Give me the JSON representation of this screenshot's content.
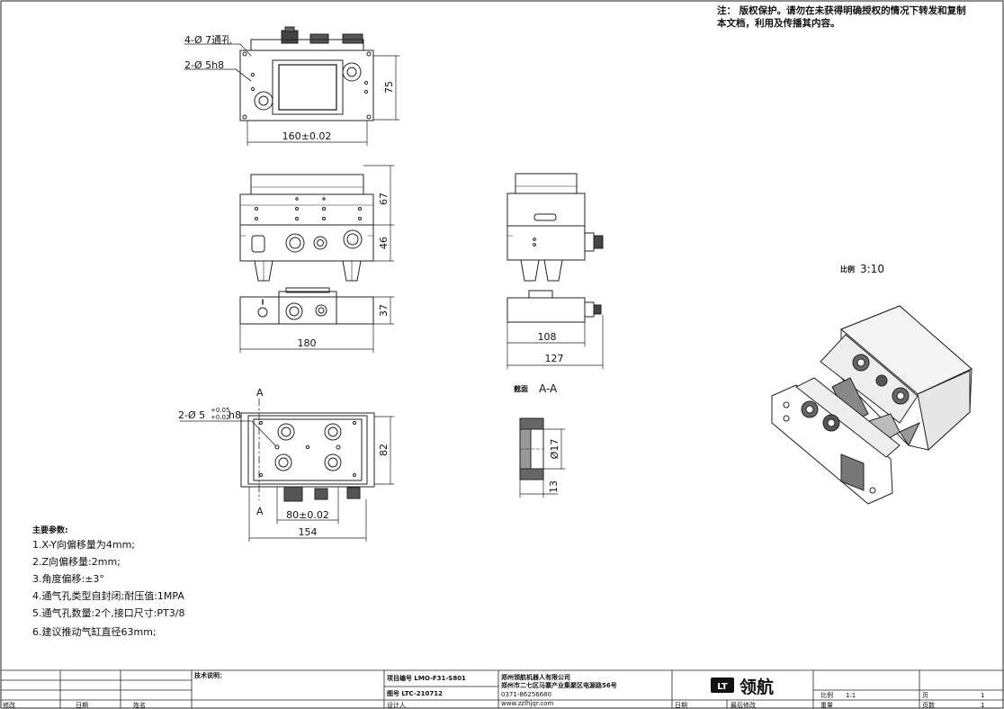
{
  "notice": {
    "line1": "注：  版权保护。请勿在未获得明确授权的情况下转发和复制",
    "line2": "本文档，利用及传播其内容。"
  },
  "top_view": {
    "holes_4": "4-Ø 7通孔",
    "holes_2": "2-Ø 5h8",
    "dim_width": "160±0.02",
    "dim_height": "75"
  },
  "front_view": {
    "dim_upper": "67",
    "dim_lower": "46",
    "dim_side": "37",
    "dim_width": "180"
  },
  "side_view": {
    "dim_108": "108",
    "dim_127": "127",
    "section_prefix": "截面",
    "section_name": "A-A"
  },
  "bottom_view": {
    "holes_label": "2-Ø 5",
    "tol_upper": "+0.05",
    "tol_lower": "+0.02",
    "fit": "h8",
    "section_mark_top": "A",
    "section_mark_bottom": "A",
    "dim_height": "82",
    "dim_spacing": "80±0.02",
    "dim_width": "154"
  },
  "section_view": {
    "dim_diameter": "Ø17",
    "dim_length": "13"
  },
  "iso_view": {
    "scale_label": "比例",
    "scale_value": "3:10"
  },
  "params": {
    "title": "主要参数:",
    "items": [
      "1.X-Y向偏移量为4mm;",
      "2.Z向偏移量:2mm;",
      "3.角度偏移:±3°",
      "4.通气孔类型自封闭;耐压值:1MPA",
      "5.通气孔数量:2个,接口尺寸:PT3/8",
      "6.建议推动气缸直径63mm;"
    ]
  },
  "title_block": {
    "tech_notes": "技术说明：",
    "project_no": "项目编号 LMO-F31-S801",
    "drawing_no": "图号  LTC-210712",
    "designer": "设计人",
    "company": "郑州领航机器人有限公司",
    "address": "郑州市二七区马寨产业集聚区电源路56号",
    "phone": "0371-86256680",
    "website": "www.zzlhjqr.com",
    "logo_text": "领航",
    "logo_mark": "LT",
    "date_label": "日期",
    "last_modified": "最后修改",
    "scale_label": "比例",
    "scale_value": "1:1",
    "weight_label": "重量",
    "page_label": "页",
    "page_value": "1",
    "pages_label": "页数",
    "pages_value": "1",
    "rev_modify": "修改",
    "rev_date": "日期",
    "rev_name": "姓名"
  }
}
